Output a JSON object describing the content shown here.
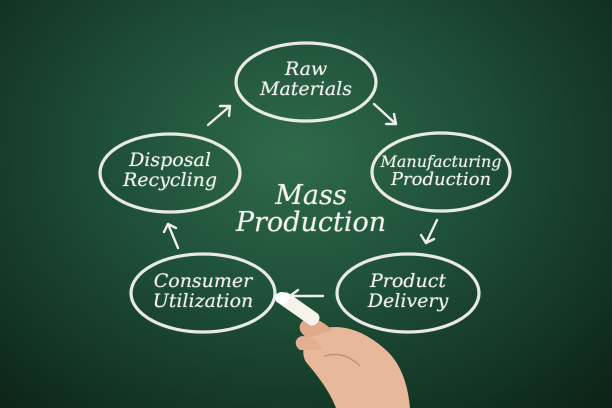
{
  "diagram": {
    "center": {
      "line1": "Mass",
      "line2": "Production"
    },
    "nodes": [
      {
        "id": "raw-materials",
        "line1": "Raw",
        "line2": "Materials"
      },
      {
        "id": "manufacturing-production",
        "line1": "Manufacturing",
        "line2": "Production"
      },
      {
        "id": "product-delivery",
        "line1": "Product",
        "line2": "Delivery"
      },
      {
        "id": "consumer-utilization",
        "line1": "Consumer",
        "line2": "Utilization"
      },
      {
        "id": "disposal-recycling",
        "line1": "Disposal",
        "line2": "Recycling"
      }
    ],
    "flow": [
      [
        "raw-materials",
        "manufacturing-production"
      ],
      [
        "manufacturing-production",
        "product-delivery"
      ],
      [
        "product-delivery",
        "consumer-utilization"
      ],
      [
        "consumer-utilization",
        "disposal-recycling"
      ],
      [
        "disposal-recycling",
        "raw-materials"
      ]
    ]
  },
  "colors": {
    "board": "#1f5038",
    "chalk": "#f2f2ec",
    "skin": "#e8b89a"
  }
}
